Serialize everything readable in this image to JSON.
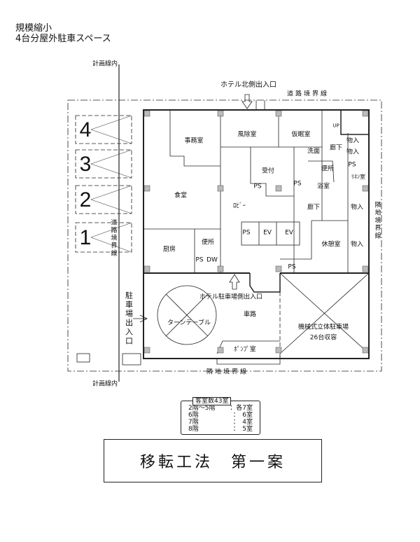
{
  "notes": [
    "規模縮小",
    "4台分屋外駐車スペース"
  ],
  "boundary_labels": {
    "plan_line_top": "計画線内",
    "plan_line_bottom": "計画線内",
    "road_top": "道路境界線",
    "road_left": "道路境界線",
    "neighbor_right": "隣地境界線",
    "neighbor_bottom": "隣地境界線"
  },
  "entrances": {
    "north": "ホテル北側出入口",
    "parking_side": "ホテル駐車場側出入口",
    "parking_entry": "駐車場出入口"
  },
  "parking_spaces": [
    "4",
    "3",
    "2",
    "1"
  ],
  "rooms": {
    "office": "事務室",
    "windbreak": "風除室",
    "nap": "仮眠室",
    "reception": "受付",
    "dining": "食堂",
    "washroom": "洗面",
    "corridor1": "廊下",
    "storage1": "物入",
    "storage2": "物入",
    "ps1": "PS",
    "toilet1": "便所",
    "linen": "ﾘﾈﾝ室",
    "bath": "浴室",
    "ps2": "PS",
    "ps3": "PS",
    "lobby": "ﾛﾋﾞｰ",
    "corridor2": "廊下",
    "storage3": "物入",
    "ps4": "PS",
    "ev1": "EV",
    "ev2": "EV",
    "rest": "休憩室",
    "storage4": "物入",
    "toilet2": "便所",
    "kitchen": "厨房",
    "ps5": "PS",
    "dw": "DW",
    "ps6": "PS",
    "driveway": "車路",
    "turntable": "ターンテーブル",
    "mech_parking": "機械式立体駐車場",
    "mech_capacity": "26台収容",
    "pump": "ﾎﾟﾝﾌﾟ室",
    "up": "UP"
  },
  "legend": {
    "header": "客室数43室",
    "rows": [
      [
        "2階～5階",
        "：各7室"
      ],
      [
        "6階",
        "：　6室"
      ],
      [
        "7階",
        "：　4室"
      ],
      [
        "8階",
        "：　5室"
      ]
    ]
  },
  "title": "移転工法　第一案"
}
